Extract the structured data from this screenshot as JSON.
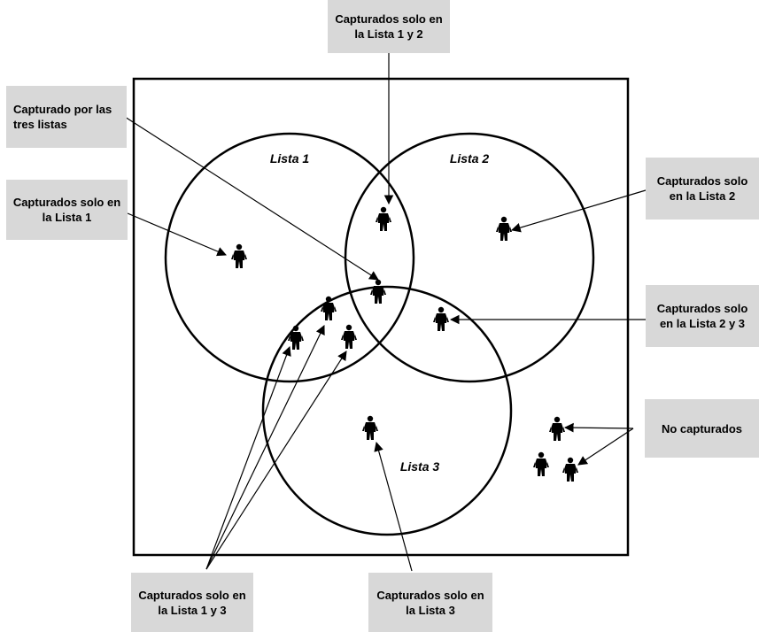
{
  "circles": {
    "lista1": "Lista 1",
    "lista2": "Lista 2",
    "lista3": "Lista 3"
  },
  "callouts": {
    "solo_1_y_2": "Capturados solo en la Lista 1 y 2",
    "tres_listas": "Capturado por las tres listas",
    "solo_1": "Capturados solo en la Lista 1",
    "solo_2": "Capturados solo en la Lista 2",
    "solo_2_y_3": "Capturados solo en la Lista 2 y 3",
    "no_capturados": "No capturados",
    "solo_1_y_3": "Capturados solo en la Lista 1 y 3",
    "solo_3": "Capturados solo en la Lista 3"
  },
  "colors": {
    "callout_bg": "#d8d8d8",
    "stroke": "#000000",
    "figure": "#000000"
  },
  "icons": {
    "person": "person-silhouette-icon"
  }
}
